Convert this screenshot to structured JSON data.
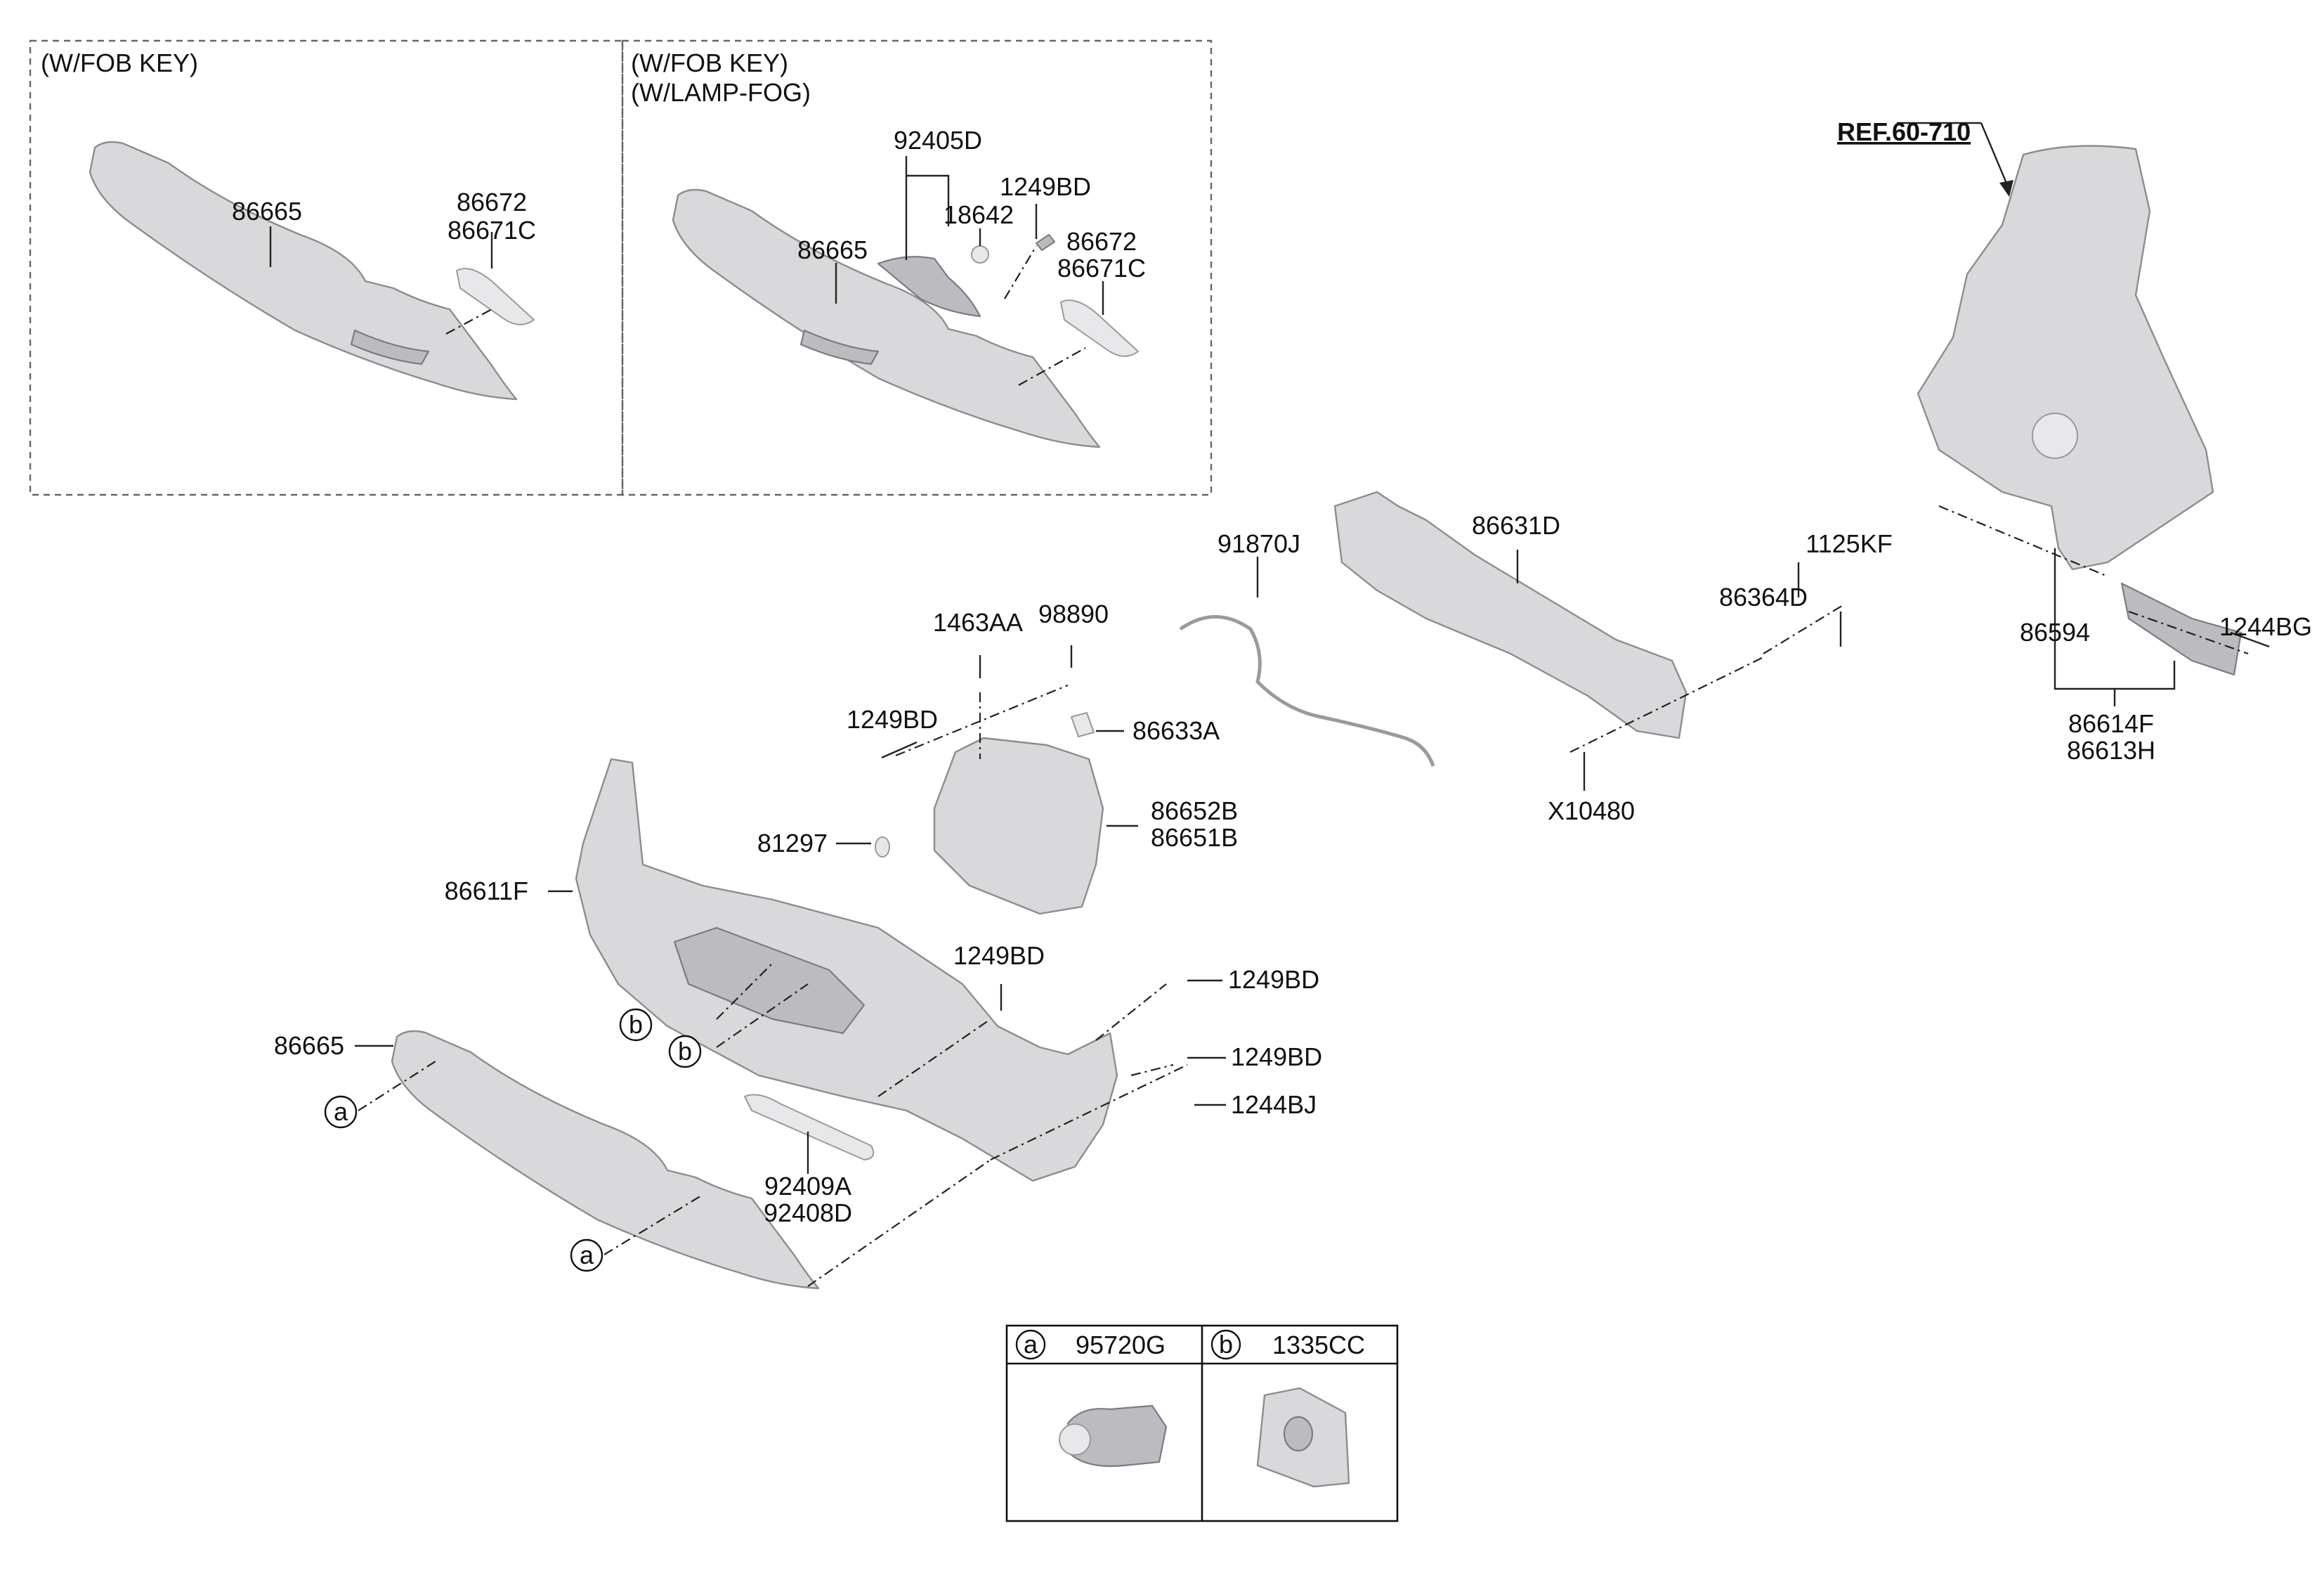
{
  "variants": [
    {
      "id": "fob",
      "lines": [
        "(W/FOB KEY)"
      ]
    },
    {
      "id": "fob_fog",
      "lines": [
        "(W/FOB KEY)",
        "(W/LAMP-FOG)"
      ]
    }
  ],
  "reference": "REF.60-710",
  "parts": [
    {
      "id": "p1",
      "text": "86665"
    },
    {
      "id": "p2",
      "text": "86672"
    },
    {
      "id": "p3",
      "text": "86671C"
    },
    {
      "id": "p4",
      "text": "92405D"
    },
    {
      "id": "p5",
      "text": "1249BD"
    },
    {
      "id": "p6",
      "text": "18642"
    },
    {
      "id": "p7",
      "text": "86665"
    },
    {
      "id": "p8",
      "text": "86672"
    },
    {
      "id": "p9",
      "text": "86671C"
    },
    {
      "id": "p10",
      "text": "91870J"
    },
    {
      "id": "p11",
      "text": "86631D"
    },
    {
      "id": "p12",
      "text": "1125KF"
    },
    {
      "id": "p13",
      "text": "86364D"
    },
    {
      "id": "p14",
      "text": "X10480"
    },
    {
      "id": "p15",
      "text": "86594"
    },
    {
      "id": "p16",
      "text": "1244BG"
    },
    {
      "id": "p17",
      "text": "86614F"
    },
    {
      "id": "p18",
      "text": "86613H"
    },
    {
      "id": "p19",
      "text": "1463AA"
    },
    {
      "id": "p20",
      "text": "98890"
    },
    {
      "id": "p21",
      "text": "1249BD"
    },
    {
      "id": "p22",
      "text": "86633A"
    },
    {
      "id": "p23",
      "text": "81297"
    },
    {
      "id": "p24",
      "text": "86652B"
    },
    {
      "id": "p25",
      "text": "86651B"
    },
    {
      "id": "p26",
      "text": "86611F"
    },
    {
      "id": "p27",
      "text": "1249BD"
    },
    {
      "id": "p28",
      "text": "1249BD"
    },
    {
      "id": "p29",
      "text": "86665"
    },
    {
      "id": "p30",
      "text": "1249BD"
    },
    {
      "id": "p31",
      "text": "1244BJ"
    },
    {
      "id": "p32",
      "text": "92409A"
    },
    {
      "id": "p33",
      "text": "92408D"
    }
  ],
  "callouts": [
    {
      "id": "c1",
      "letter": "b"
    },
    {
      "id": "c2",
      "letter": "b"
    },
    {
      "id": "c3",
      "letter": "a"
    },
    {
      "id": "c4",
      "letter": "a"
    }
  ],
  "legend": [
    {
      "letter": "a",
      "part": "95720G"
    },
    {
      "letter": "b",
      "part": "1335CC"
    }
  ]
}
